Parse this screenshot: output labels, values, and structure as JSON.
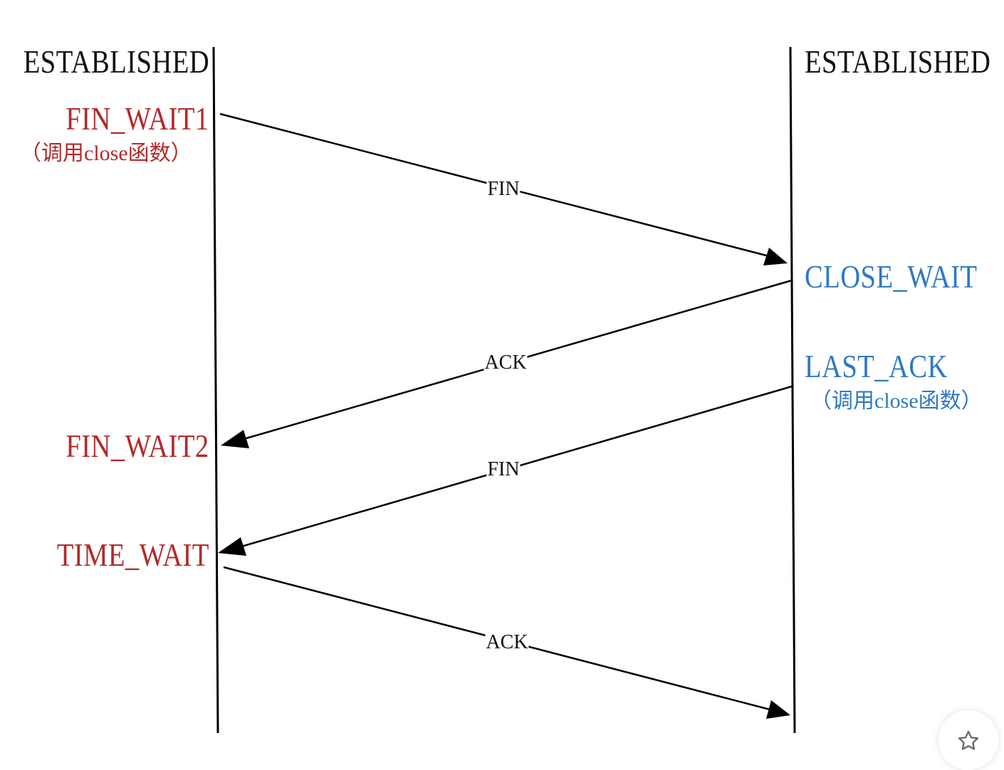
{
  "client": {
    "initial_state": "ESTABLISHED",
    "fin_wait1": "FIN_WAIT1",
    "fin_wait1_note": "（调用close函数）",
    "fin_wait2": "FIN_WAIT2",
    "time_wait": "TIME_WAIT"
  },
  "server": {
    "initial_state": "ESTABLISHED",
    "close_wait": "CLOSE_WAIT",
    "last_ack": "LAST_ACK",
    "last_ack_note": "（调用close函数）"
  },
  "messages": [
    {
      "label": "FIN",
      "from": "client",
      "to": "server"
    },
    {
      "label": "ACK",
      "from": "server",
      "to": "client"
    },
    {
      "label": "FIN",
      "from": "server",
      "to": "client"
    },
    {
      "label": "ACK",
      "from": "client",
      "to": "server"
    }
  ],
  "colors": {
    "client_state": "#b22a2a",
    "server_state": "#2f78c4",
    "line": "#000000",
    "text": "#111111"
  },
  "icons": {
    "favorite": "star-outline-icon"
  }
}
